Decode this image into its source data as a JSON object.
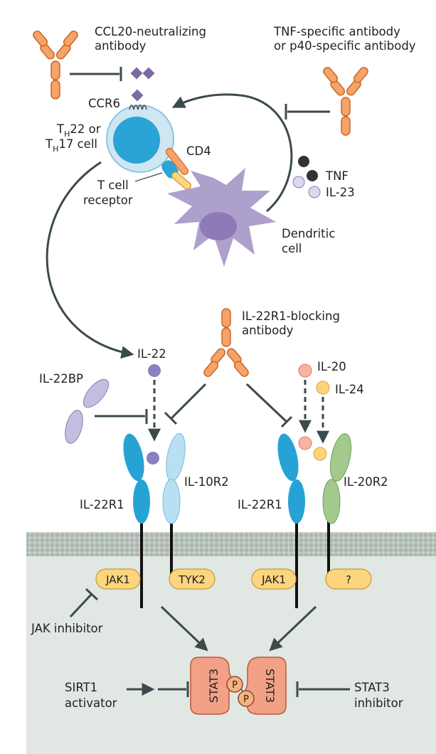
{
  "labels": {
    "ccl20_antibody": [
      "CCL20-neutralizing",
      "antibody"
    ],
    "tnf_antibody": [
      "TNF-specific antibody",
      "or p40-specific antibody"
    ],
    "ccr6": "CCR6",
    "th_cell": {
      "line1_main": "T",
      "line1_sub": "H",
      "line1_rest": "22 or",
      "line2_main": "T",
      "line2_sub": "H",
      "line2_rest": "17 cell"
    },
    "cd4": "CD4",
    "tcr": [
      "T cell",
      "receptor"
    ],
    "tnf": "TNF",
    "il23": "IL-23",
    "dendritic": [
      "Dendritic",
      "cell"
    ],
    "il22r1_antibody": [
      "IL-22R1-blocking",
      "antibody"
    ],
    "il22": "IL-22",
    "il22bp": "IL-22BP",
    "il20": "IL-20",
    "il24": "IL-24",
    "il10r2": "IL-10R2",
    "il22r1_left": "IL-22R1",
    "il22r1_right": "IL-22R1",
    "il20r2": "IL-20R2",
    "jak1_left": "JAK1",
    "tyk2": "TYK2",
    "jak1_right": "JAK1",
    "unknown_kinase": "?",
    "jak_inhibitor": "JAK inhibitor",
    "stat3_left": "STAT3",
    "stat3_right": "STAT3",
    "p_top": "P",
    "p_bottom": "P",
    "sirt1": [
      "SIRT1",
      "activator"
    ],
    "stat3_inhibitor": [
      "STAT3",
      "inhibitor"
    ]
  },
  "colors": {
    "antibody": "#f5a368",
    "antibody_stroke": "#c8662a",
    "ccl20": "#7b6aa6",
    "cell_outer": "#cfe6f3",
    "cell_inner": "#2aa3d6",
    "dendritic": "#aea0cd",
    "nucleus": "#8c7bb6",
    "tnf": "#333333",
    "il23": "#ddd6ee",
    "il22": "#8d7fbf",
    "il20": "#f7b3a3",
    "il24": "#fdd477",
    "receptor_blue": "#27a2d4",
    "receptor_lightblue": "#b9dff2",
    "receptor_green": "#a3c98d",
    "jak": "#fcd57e",
    "stat3": "#f2a187",
    "membrane": "#c3ccc5",
    "cytoplasm": "#e1e7e3",
    "arrow": "#3b4a4c"
  }
}
